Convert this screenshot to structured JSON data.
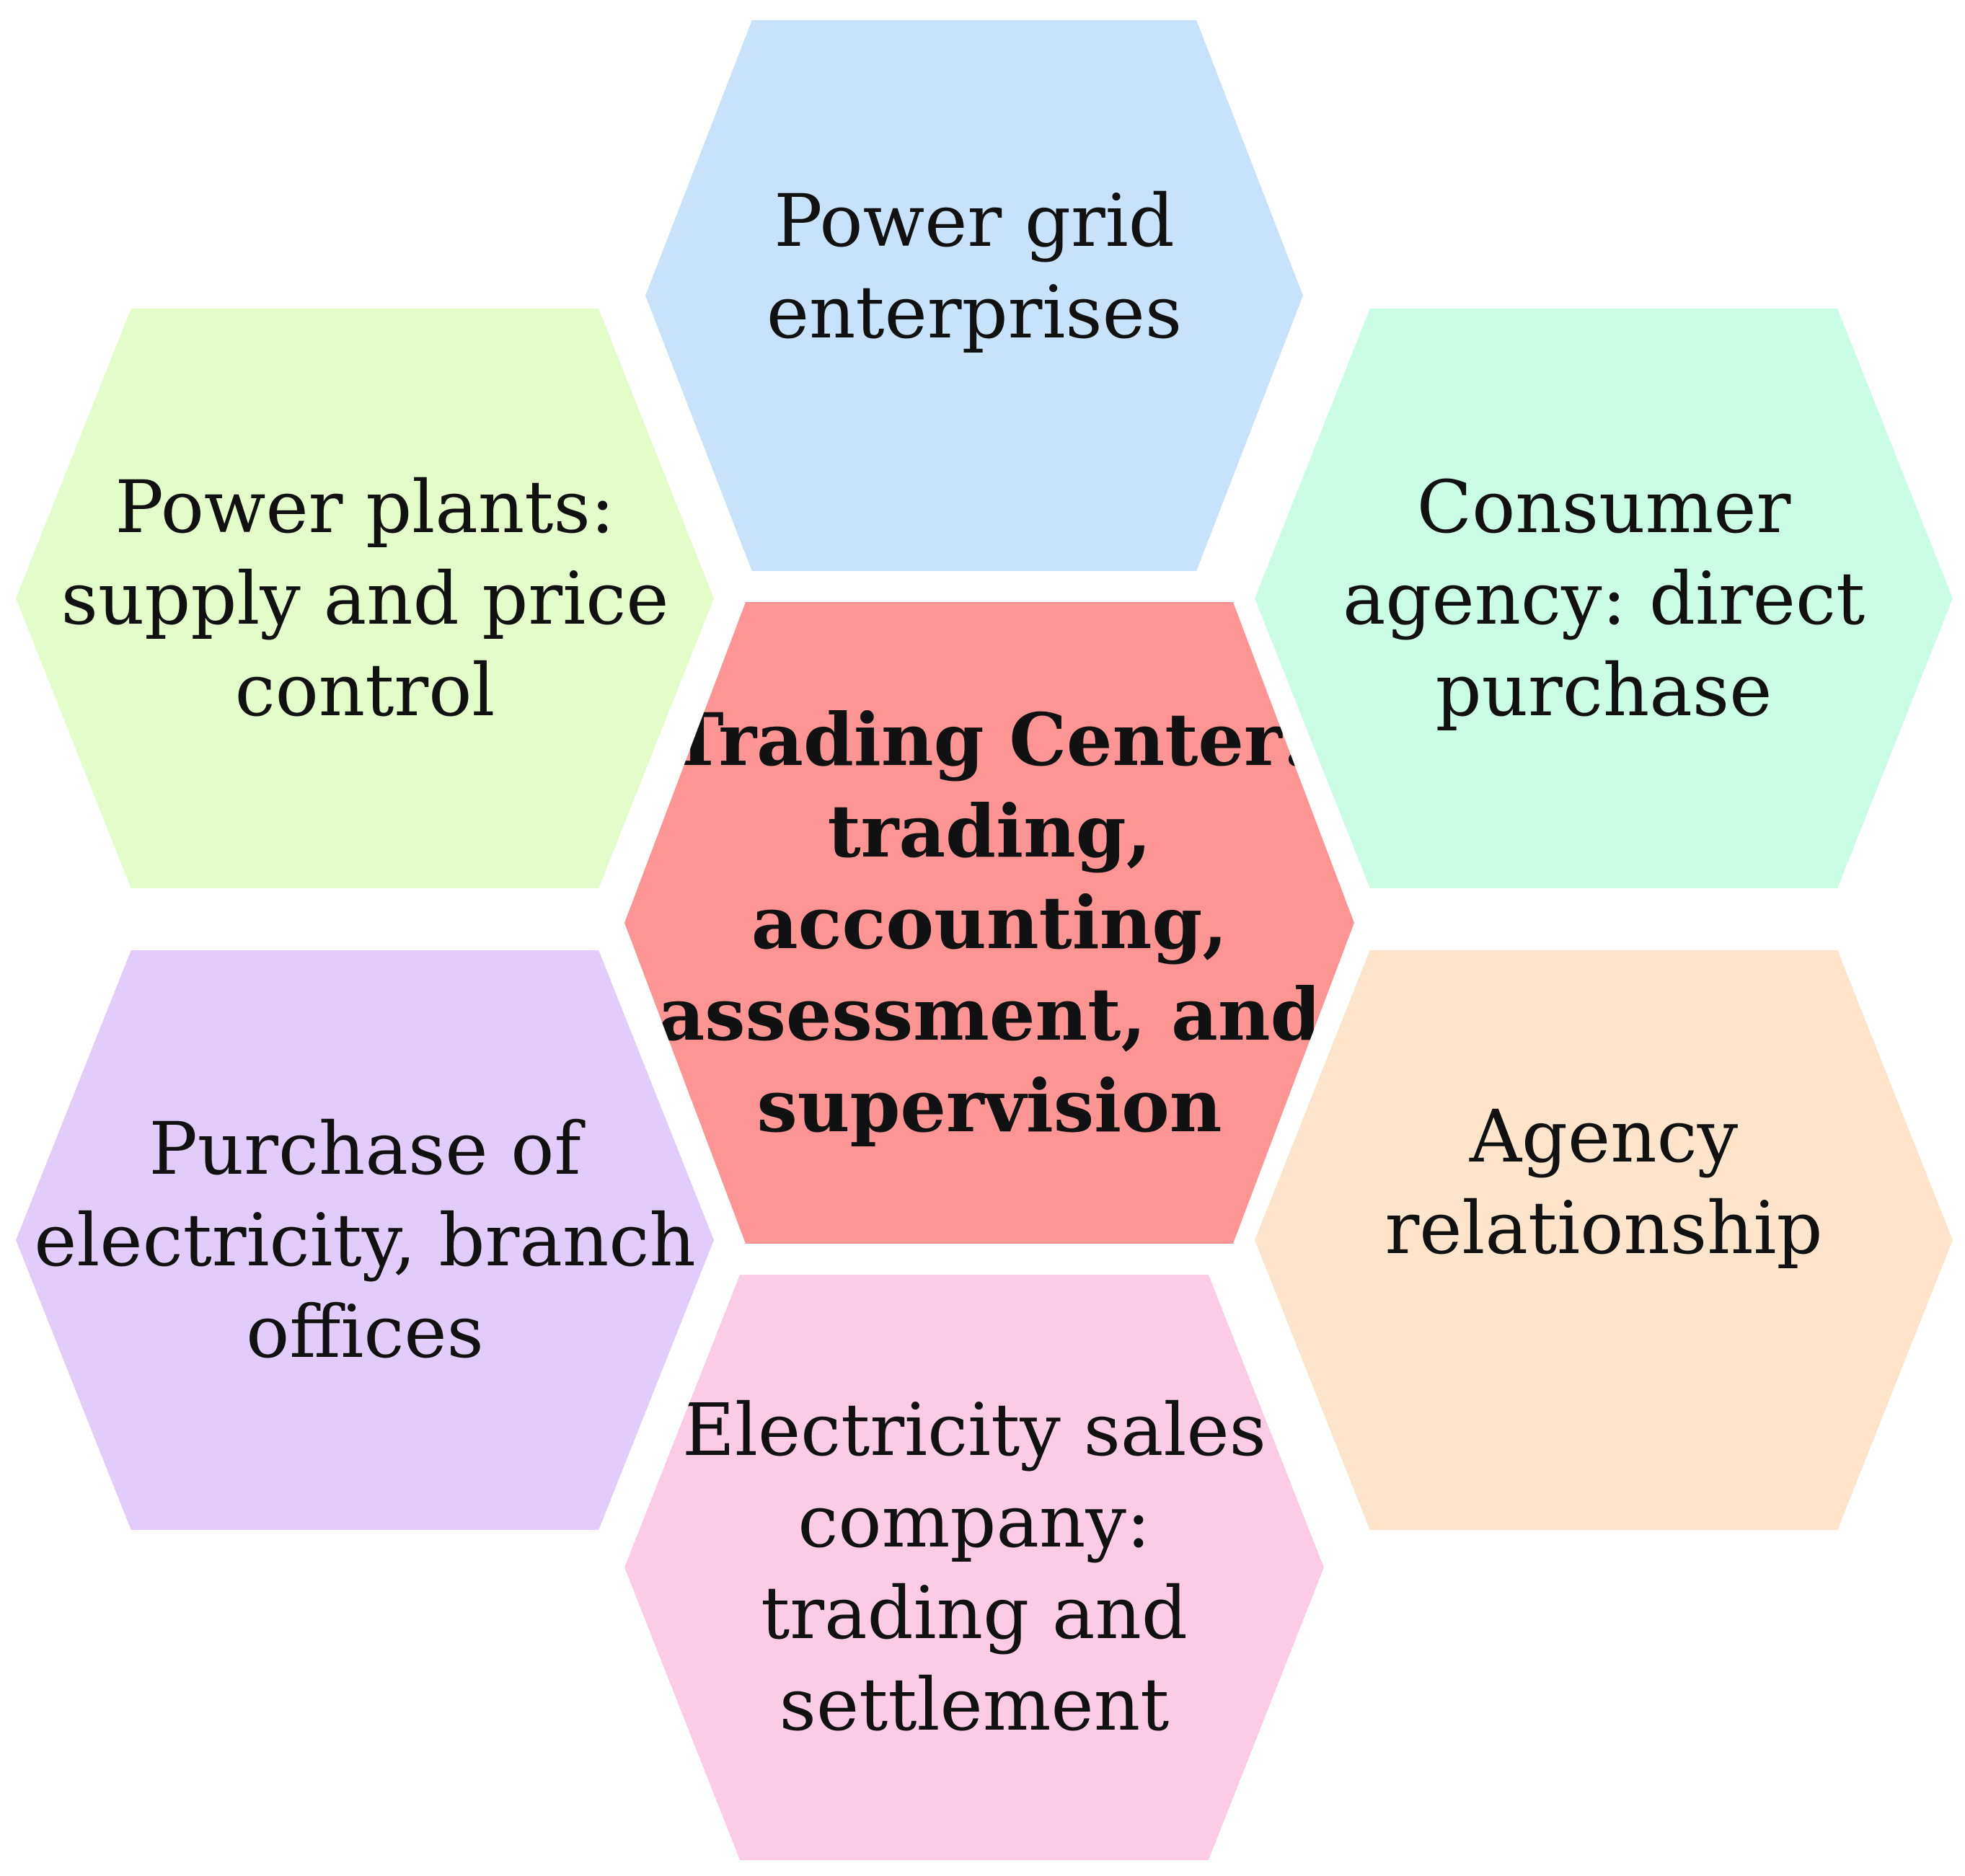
{
  "hexagons": {
    "top": {
      "text": "Power grid\nenterprises",
      "color": "#c9e2fb"
    },
    "upper_left": {
      "text": "Power plants:\nsupply and price\ncontrol",
      "color": "#e4fbca"
    },
    "upper_right": {
      "text": "Consumer\nagency: direct\npurchase",
      "color": "#cbfce5"
    },
    "center": {
      "text": "Trading Center:\ntrading,\naccounting,\nassessment, and\nsupervision",
      "color": "#fd9594"
    },
    "lower_left": {
      "text": "Purchase of\nelectricity, branch\noffices",
      "color": "#e1ccfb"
    },
    "lower_right": {
      "text": "Agency\nrelationship",
      "color": "#fee4cb"
    },
    "bottom": {
      "text": "Electricity sales\ncompany:\ntrading and\nsettlement",
      "color": "#fccbe5"
    }
  }
}
